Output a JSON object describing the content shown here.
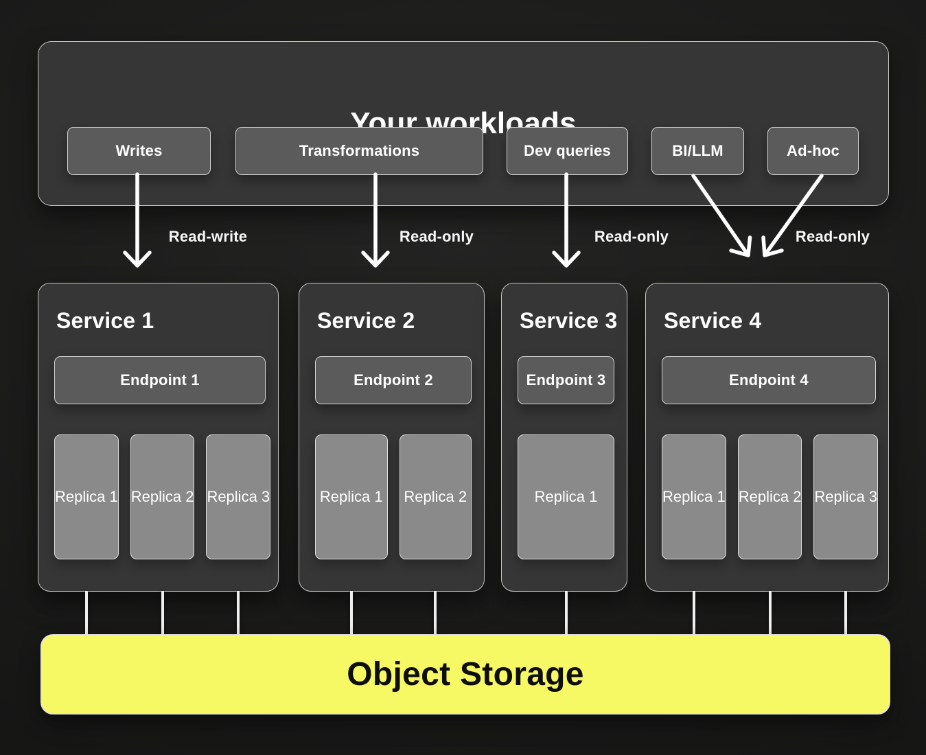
{
  "workloads_panel": {
    "title": "Your workloads",
    "items": [
      {
        "label": "Writes"
      },
      {
        "label": "Transformations"
      },
      {
        "label": "Dev queries"
      },
      {
        "label": "BI/LLM"
      },
      {
        "label": "Ad-hoc"
      }
    ]
  },
  "arrow_labels": [
    {
      "label": "Read-write"
    },
    {
      "label": "Read-only"
    },
    {
      "label": "Read-only"
    },
    {
      "label": "Read-only"
    }
  ],
  "services": [
    {
      "title": "Service 1",
      "endpoint": "Endpoint 1",
      "replicas": [
        "Replica 1",
        "Replica 2",
        "Replica 3"
      ]
    },
    {
      "title": "Service 2",
      "endpoint": "Endpoint 2",
      "replicas": [
        "Replica 1",
        "Replica 2"
      ]
    },
    {
      "title": "Service 3",
      "endpoint": "Endpoint 3",
      "replicas": [
        "Replica 1"
      ]
    },
    {
      "title": "Service 4",
      "endpoint": "Endpoint 4",
      "replicas": [
        "Replica 1",
        "Replica 2",
        "Replica 3"
      ]
    }
  ],
  "storage": {
    "label": "Object Storage"
  },
  "colors": {
    "background": "#1b1b1a",
    "panel": "#363636",
    "box": "#5b5b5b",
    "replica": "#8a8a8a",
    "arrow": "#ffffff",
    "storage_yellow": "#f7f964",
    "storage_text": "#0e0e0e"
  }
}
